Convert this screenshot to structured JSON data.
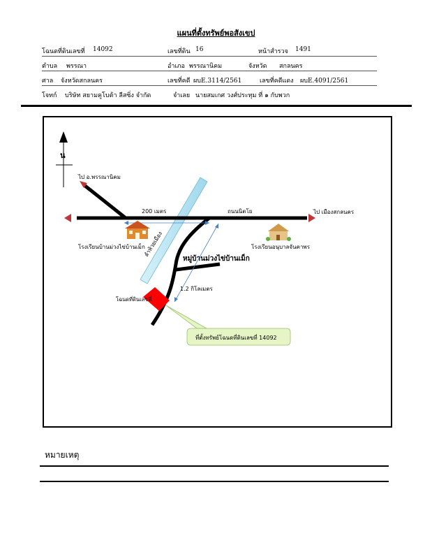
{
  "doc": {
    "title": "แผนที่ตั้งทรัพย์พอสังเขป",
    "deed_label": "โฉนดที่ดินเลขที่",
    "deed_no": "14092",
    "land_no_label": "เลขที่ดิน",
    "land_no": "16",
    "survey_page_label": "หน้าสำรวจ",
    "survey_page": "1491",
    "subdistrict_label": "ตำบล",
    "subdistrict": "พรรณา",
    "district_label": "อำเภอ",
    "district": "พรรณานิคม",
    "province_label": "จังหวัด",
    "province": "สกลนคร",
    "court_label": "ศาล",
    "court": "จังหวัดสกลนคร",
    "case_black_label": "เลขที่คดี",
    "case_black": "ผบE.3114/2561",
    "case_red_label": "เลขที่คดีแดง",
    "case_red": "ผบE.4091/2561",
    "plaintiff_label": "โจทก์",
    "plaintiff": "บริษัท สยามคูโบต้า ลีสซิ่ง จำกัด",
    "defendant_label": "จำเลย",
    "defendant": "นายสมเกศ วงศ์ประทุม ที่ ๑ กับพวก"
  },
  "map": {
    "north_label": "น",
    "to_phanna_nikhom": "ไป อ.พรรณานิคม",
    "to_sakon_nakhon": "ไป เมืองสกลนคร",
    "distance_200": "200 เมตร",
    "road_name": "ถนนนิตโย",
    "canal_name": "ลำห้วยเมือง",
    "school_left": "โรงเรียนบ้านม่วงไข่บ้านเม็ก",
    "school_right": "โรงเรียนอนุบาลจันคาพร",
    "village": "หมู่บ้านม่วงไข่บ้านเม็ก",
    "distance_1_2": "1.2 กิโลเมตร",
    "deed_plot_label": "โฉนดที่ดินเลขที่",
    "callout": "ที่ตั้งทรัพย์โฉนดที่ดินเลขที่ 14092",
    "colors": {
      "plot": "#ff0000",
      "canal": "#b9e6f3",
      "callout": "#e5f5c6",
      "arrow": "#c0343b"
    }
  },
  "notes": {
    "title": "หมายเหตุ"
  }
}
